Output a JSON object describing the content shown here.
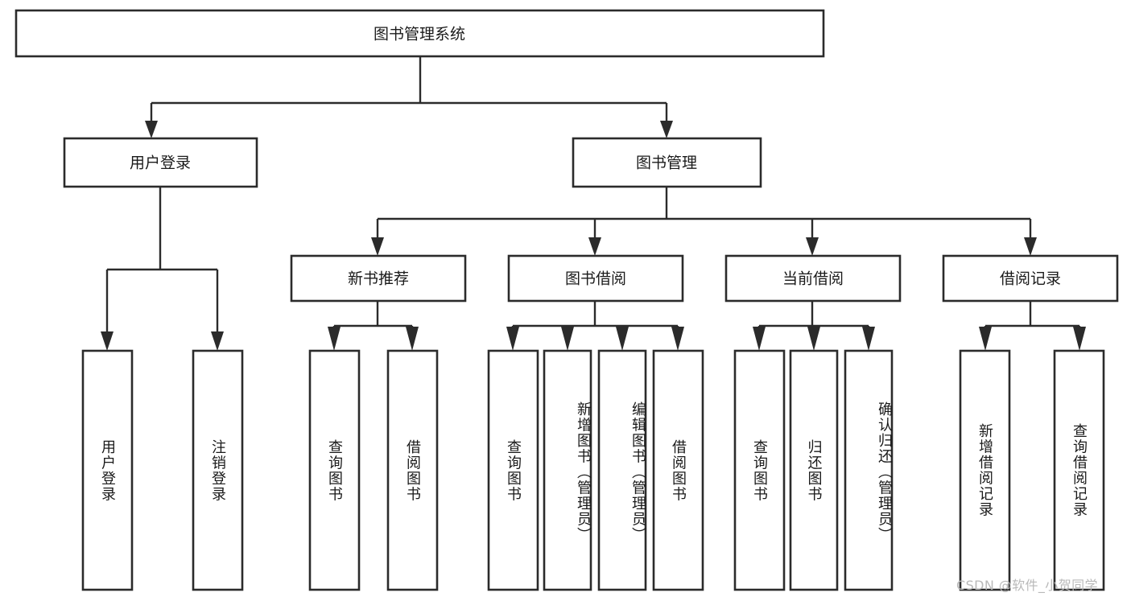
{
  "diagram": {
    "type": "tree",
    "title": "图书管理系统",
    "orientation": "top-down",
    "colors": {
      "box_stroke": "#2b2b2b",
      "box_fill": "#ffffff",
      "text": "#1a1a1a",
      "background": "#ffffff",
      "watermark": "#b9b9b9"
    },
    "root": {
      "label": "图书管理系统",
      "name": "node-root-library-management-system"
    },
    "level1": [
      {
        "label": "用户登录",
        "name": "node-user-login"
      },
      {
        "label": "图书管理",
        "name": "node-book-management"
      }
    ],
    "level2": [
      {
        "label": "新书推荐",
        "name": "node-new-book-recommendation"
      },
      {
        "label": "图书借阅",
        "name": "node-book-borrowing"
      },
      {
        "label": "当前借阅",
        "name": "node-current-borrowing"
      },
      {
        "label": "借阅记录",
        "name": "node-borrowing-records"
      }
    ],
    "leaves": [
      {
        "label": "用户登录",
        "name": "leaf-user-login",
        "parent": "用户登录"
      },
      {
        "label": "注销登录",
        "name": "leaf-logout",
        "parent": "用户登录"
      },
      {
        "label": "查询图书",
        "name": "leaf-query-books-recommend",
        "parent": "新书推荐"
      },
      {
        "label": "借阅图书",
        "name": "leaf-borrow-books-recommend",
        "parent": "新书推荐"
      },
      {
        "label": "查询图书",
        "name": "leaf-query-books-borrow",
        "parent": "图书借阅"
      },
      {
        "label": "新增图书（管理员）",
        "name": "leaf-add-book-admin",
        "parent": "图书借阅"
      },
      {
        "label": "编辑图书（管理员）",
        "name": "leaf-edit-book-admin",
        "parent": "图书借阅"
      },
      {
        "label": "借阅图书",
        "name": "leaf-borrow-books",
        "parent": "图书借阅"
      },
      {
        "label": "查询图书",
        "name": "leaf-query-books-current",
        "parent": "当前借阅"
      },
      {
        "label": "归还图书",
        "name": "leaf-return-books",
        "parent": "当前借阅"
      },
      {
        "label": "确认归还（管理员）",
        "name": "leaf-confirm-return-admin",
        "parent": "当前借阅"
      },
      {
        "label": "新增借阅记录",
        "name": "leaf-add-borrow-record",
        "parent": "借阅记录"
      },
      {
        "label": "查询借阅记录",
        "name": "leaf-query-borrow-record",
        "parent": "借阅记录"
      }
    ],
    "watermark": "CSDN @软件_小贺同学"
  }
}
